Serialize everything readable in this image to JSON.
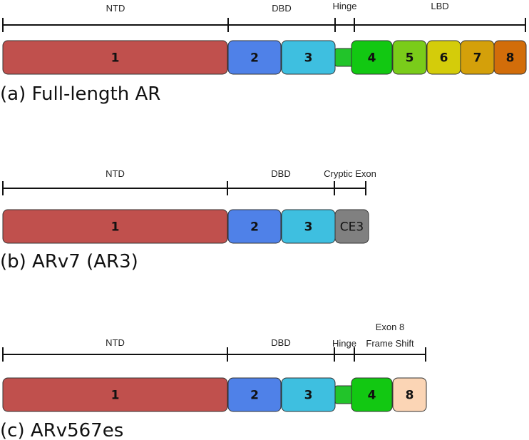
{
  "panels": [
    {
      "caption": "(a) Full-length AR",
      "regions": [
        {
          "lines": [
            "NTD"
          ]
        },
        {
          "lines": [
            "DBD"
          ]
        },
        {
          "lines": [
            "Hinge"
          ]
        },
        {
          "lines": [
            "LBD"
          ]
        }
      ],
      "exons": [
        {
          "label": "1",
          "color": "#c0504d"
        },
        {
          "label": "2",
          "color": "#4f81e8"
        },
        {
          "label": "3",
          "color": "#3ebfe0"
        },
        {
          "label": "",
          "color": "#22c42a"
        },
        {
          "label": "4",
          "color": "#12c812"
        },
        {
          "label": "5",
          "color": "#7acc1a"
        },
        {
          "label": "6",
          "color": "#d4cc0a"
        },
        {
          "label": "7",
          "color": "#d4a00a"
        },
        {
          "label": "8",
          "color": "#d26d0a"
        }
      ]
    },
    {
      "caption": "(b) ARv7 (AR3)",
      "regions": [
        {
          "lines": [
            "NTD"
          ]
        },
        {
          "lines": [
            "DBD"
          ]
        },
        {
          "lines": [
            "Cryptic Exon"
          ]
        }
      ],
      "exons": [
        {
          "label": "1",
          "color": "#c0504d"
        },
        {
          "label": "2",
          "color": "#4f81e8"
        },
        {
          "label": "3",
          "color": "#3ebfe0"
        },
        {
          "label": "CE3",
          "color": "#808080"
        }
      ]
    },
    {
      "caption": "(c) ARv567es",
      "regions": [
        {
          "lines": [
            "NTD"
          ]
        },
        {
          "lines": [
            "DBD"
          ]
        },
        {
          "lines": [
            "Hinge"
          ]
        },
        {
          "lines": [
            "Exon 8",
            "Frame Shift"
          ]
        }
      ],
      "exons": [
        {
          "label": "1",
          "color": "#c0504d"
        },
        {
          "label": "2",
          "color": "#4f81e8"
        },
        {
          "label": "3",
          "color": "#3ebfe0"
        },
        {
          "label": "",
          "color": "#22c42a"
        },
        {
          "label": "4",
          "color": "#12c812"
        },
        {
          "label": "8",
          "color": "#fbd5b5"
        }
      ]
    }
  ]
}
